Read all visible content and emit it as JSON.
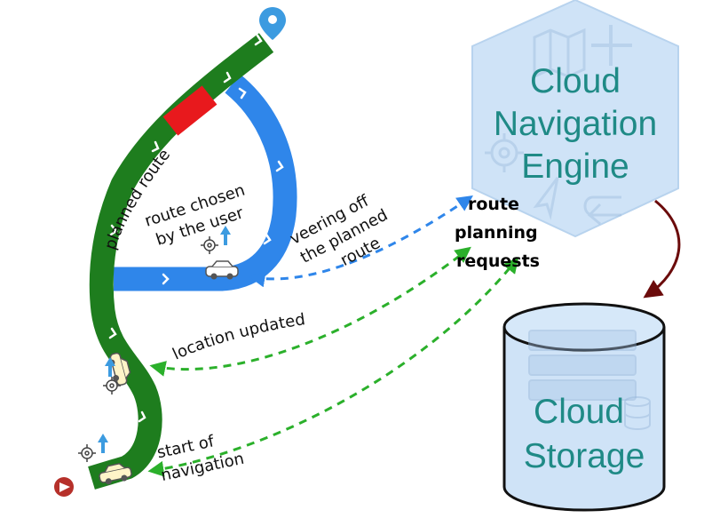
{
  "labels": {
    "planned_route": "planned route",
    "route_chosen_line1": "route chosen",
    "route_chosen_line2": "by the user",
    "veering_line1": "veering off",
    "veering_line2": "the planned",
    "veering_line3": "route",
    "route_planning_line1": "route",
    "route_planning_line2": "planning",
    "route_planning_line3": "requests",
    "location_updated": "location updated",
    "start_line1": "start of",
    "start_line2": "navigation"
  },
  "engine": {
    "line1": "Cloud",
    "line2": "Navigation",
    "line3": "Engine"
  },
  "storage": {
    "line1": "Cloud",
    "line2": "Storage"
  },
  "colors": {
    "planned_route": "#1e7d1e",
    "user_route": "#2f86ea",
    "congestion": "#e8191d",
    "request_arrows": "#2bb02b",
    "veer_arrow": "#2f86ea",
    "engine_fill": "#cfe3f7",
    "storage_fill": "#cfe3f7",
    "engine_to_storage_arrow": "#6b0b0b",
    "cloud_text": "#1f8a86",
    "destination_pin": "#3c9be0",
    "start_marker": "#b6302a"
  },
  "icons": [
    "map-pin-icon",
    "navigation-arrow-icon",
    "car-icon",
    "gps-target-icon",
    "direction-arrow-icon",
    "server-stack-icon",
    "database-icon",
    "map-icon",
    "plus-icon",
    "return-arrow-icon"
  ]
}
